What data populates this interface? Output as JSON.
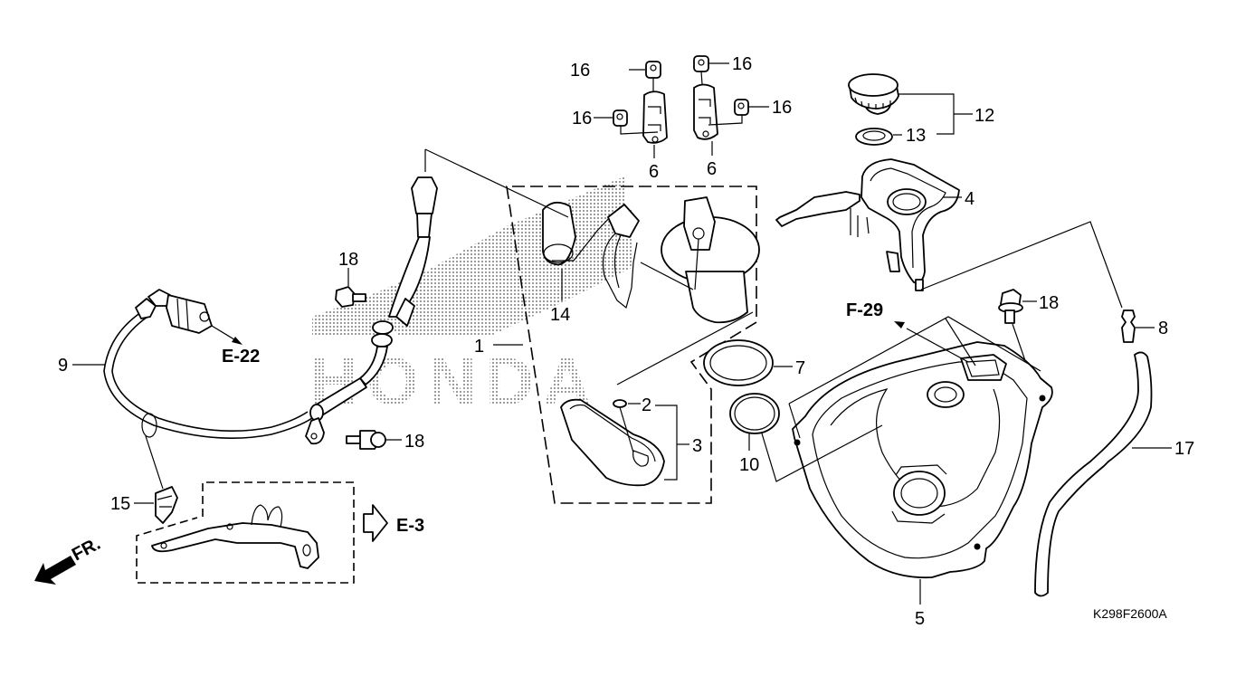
{
  "diagram": {
    "watermark": "HONDA",
    "code": "K298F2600A",
    "direction": "FR.",
    "references": {
      "e22": "E-22",
      "e3": "E-3",
      "f29": "F-29"
    },
    "callouts": {
      "p1": "1",
      "p2": "2",
      "p3": "3",
      "p4": "4",
      "p5": "5",
      "p6a": "6",
      "p6b": "6",
      "p7": "7",
      "p8": "8",
      "p9": "9",
      "p10": "10",
      "p12": "12",
      "p13": "13",
      "p14": "14",
      "p15": "15",
      "p16a": "16",
      "p16b": "16",
      "p16c": "16",
      "p16d": "16",
      "p17": "17",
      "p18a": "18",
      "p18b": "18",
      "p18c": "18"
    },
    "colors": {
      "ink": "#000000",
      "background": "#ffffff"
    }
  }
}
